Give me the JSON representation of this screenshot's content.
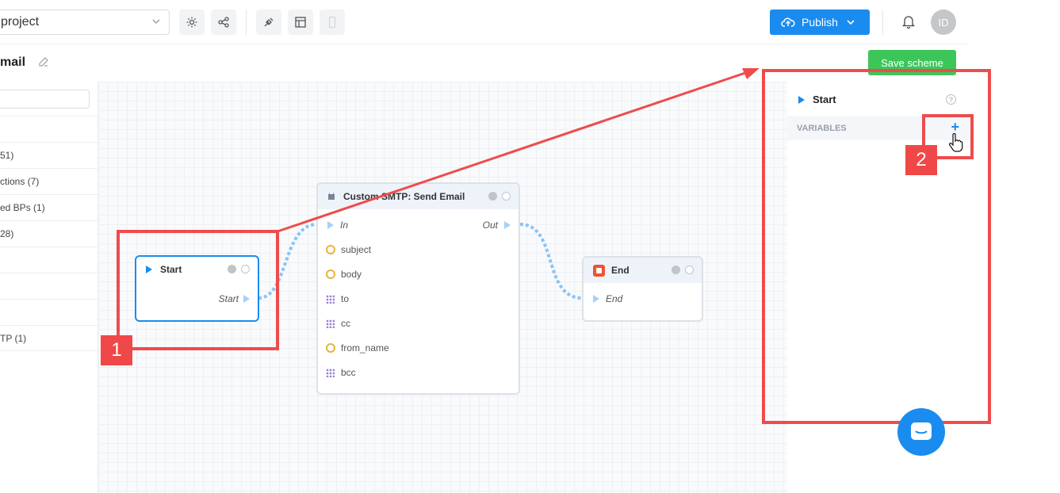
{
  "topbar": {
    "project_name": "project",
    "publish_label": "Publish",
    "avatar_initials": "ID"
  },
  "header": {
    "title": "mail",
    "save_label": "Save scheme"
  },
  "sidebar": {
    "search_placeholder": "",
    "items": [
      {
        "label": ""
      },
      {
        "label": "51)"
      },
      {
        "label": "ctions (7)"
      },
      {
        "label": "ed BPs (1)"
      },
      {
        "label": "28)"
      },
      {
        "label": ""
      },
      {
        "label": ""
      },
      {
        "label": ""
      },
      {
        "label": "TP (1)"
      }
    ]
  },
  "canvas": {
    "start_node": {
      "title": "Start",
      "out_pin": "Start"
    },
    "smtp_node": {
      "title": "Custom SMTP: Send Email",
      "in_pin": "In",
      "out_pin": "Out",
      "params": [
        {
          "name": "subject",
          "kind": "string"
        },
        {
          "name": "body",
          "kind": "string"
        },
        {
          "name": "to",
          "kind": "array"
        },
        {
          "name": "cc",
          "kind": "array"
        },
        {
          "name": "from_name",
          "kind": "string"
        },
        {
          "name": "bcc",
          "kind": "array"
        }
      ]
    },
    "end_node": {
      "title": "End",
      "in_pin": "End"
    }
  },
  "right_panel": {
    "title": "Start",
    "help_glyph": "?",
    "variables_label": "VARIABLES",
    "add_glyph": "+"
  },
  "annotations": {
    "tag1": "1",
    "tag2": "2",
    "color": "#ee4c4c"
  },
  "colors": {
    "accent": "#1a8cf0",
    "save_green": "#3cc65a",
    "string_pin": "#e8b43a",
    "array_pin": "#9b7fd0",
    "end_red": "#f0522e"
  }
}
